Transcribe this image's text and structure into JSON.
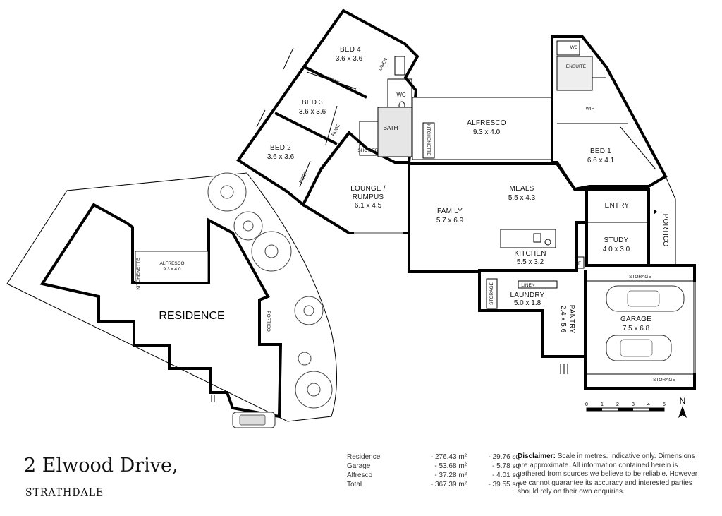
{
  "rooms": {
    "bed4": {
      "name": "BED 4",
      "dim": "3.6 x 3.6"
    },
    "bed3": {
      "name": "BED 3",
      "dim": "3.6 x 3.6"
    },
    "bed2": {
      "name": "BED 2",
      "dim": "3.6 x 3.6"
    },
    "alfresco": {
      "name": "ALFRESCO",
      "dim": "9.3 x 4.0"
    },
    "bed1": {
      "name": "BED 1",
      "dim": "6.6 x 4.1"
    },
    "lounge": {
      "name": "LOUNGE /",
      "name2": "RUMPUS",
      "dim": "6.1 x 4.5"
    },
    "meals": {
      "name": "MEALS",
      "dim": "5.5 x 4.3"
    },
    "family": {
      "name": "FAMILY",
      "dim": "5.7 x 6.9"
    },
    "kitchen": {
      "name": "KITCHEN",
      "dim": "5.5 x 3.2"
    },
    "laundry": {
      "name": "LAUNDRY",
      "dim": "5.0 x 1.8"
    },
    "pantry": {
      "name": "PANTRY",
      "dim": "2.4 x 5.6"
    },
    "study": {
      "name": "STUDY",
      "dim": "4.0 x 3.0"
    },
    "garage": {
      "name": "GARAGE",
      "dim": "7.5 x 6.8"
    },
    "entry": {
      "name": "ENTRY"
    },
    "portico": {
      "name": "PORTICO"
    },
    "bath": {
      "name": "BATH"
    },
    "wc1": {
      "name": "WC"
    },
    "wc2": {
      "name": "WC"
    },
    "ensuite": {
      "name": "ENSUITE"
    },
    "wir": {
      "name": "WIR"
    }
  },
  "small_labels": {
    "robe": "ROBE",
    "linen": "LINEN",
    "kitchenette": "KITCHENETTE",
    "storage": "STORAGE",
    "shower": "SHOWER",
    "fridge": "F"
  },
  "site": {
    "residence": "RESIDENCE",
    "alfresco": "ALFRESCO",
    "alfresco_dim": "9.3 x 4.0",
    "portico": "PORTICO",
    "kitchenette": "KITCHENETTE"
  },
  "scale": {
    "ticks": [
      "0",
      "1",
      "2",
      "3",
      "4",
      "5"
    ],
    "north": "N"
  },
  "address": {
    "street": "2 Elwood Drive,",
    "suburb": "STRATHDALE"
  },
  "areas": [
    {
      "label": "Residence",
      "m2": "- 276.43 m²",
      "sq": "- 29.76 sq"
    },
    {
      "label": "Garage",
      "m2": "- 53.68 m²",
      "sq": "- 5.78 sq"
    },
    {
      "label": "Alfresco",
      "m2": "- 37.28 m²",
      "sq": "- 4.01 sq"
    },
    {
      "label": "Total",
      "m2": "- 367.39 m²",
      "sq": "- 39.55 sq"
    }
  ],
  "disclaimer": {
    "heading": "Disclaimer:",
    "text": "Scale in metres. Indicative only. Dimensions are approximate. All information contained herein is gathered from sources we believe to be reliable. However we cannot guarantee its accuracy and interested parties should rely on their own enquiries."
  }
}
